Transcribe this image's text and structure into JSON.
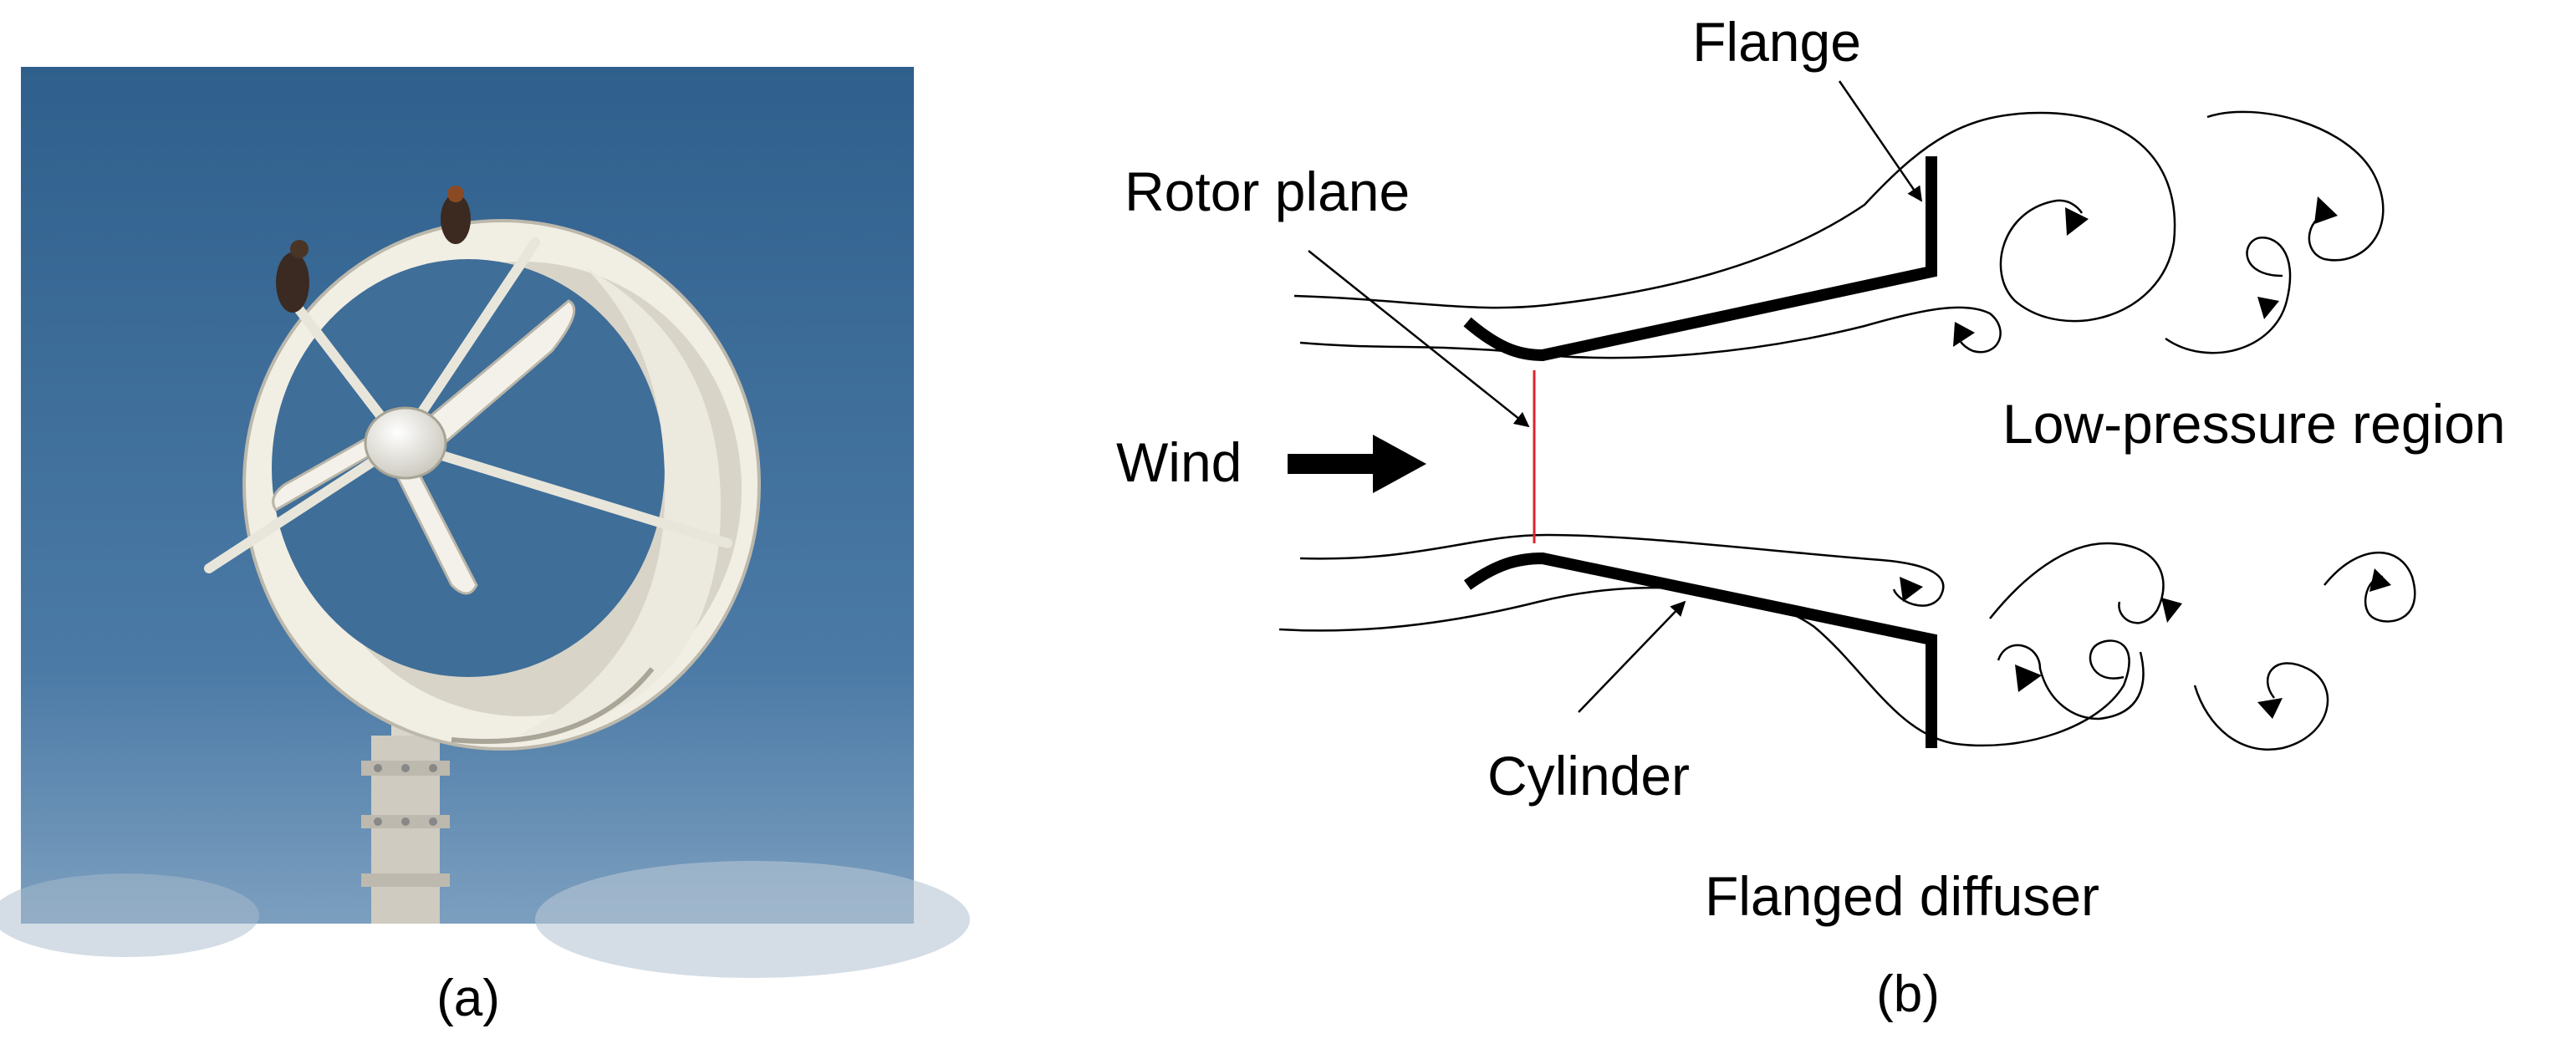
{
  "panel_a": {
    "caption": "(a)",
    "photo_subject": "wind-lens-turbine-photo",
    "colors": {
      "sky_top": "#2f5f8c",
      "sky_bottom": "#6d93b5",
      "shroud": "#eeeade"
    }
  },
  "panel_b": {
    "caption": "(b)",
    "title": "Flanged diffuser",
    "labels": {
      "flange": "Flange",
      "rotor_plane": "Rotor plane",
      "wind": "Wind",
      "low_pressure": "Low-pressure region",
      "cylinder": "Cylinder"
    },
    "colors": {
      "diffuser": "#000000",
      "rotor_line": "#e0222a",
      "streamline": "#000000"
    }
  }
}
